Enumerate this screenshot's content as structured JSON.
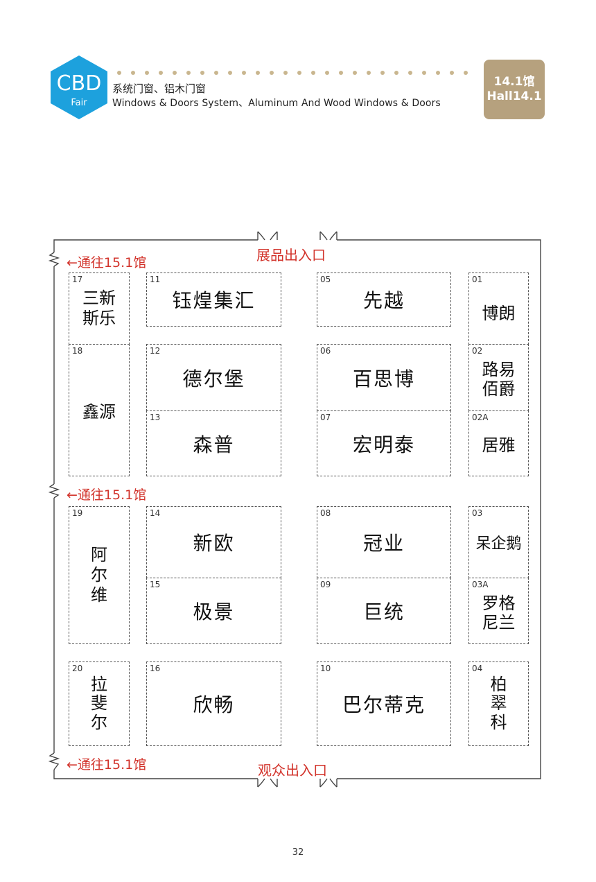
{
  "header": {
    "logo_main": "CBD",
    "logo_sub": "Fair",
    "subtitle_cn": "系统门窗、铝木门窗",
    "subtitle_en": "Windows & Doors System、Aluminum And Wood Windows & Doors",
    "hall_cn": "14.1馆",
    "hall_en": "Hall14.1"
  },
  "floor": {
    "top_entrance": "展品出入口",
    "bottom_entrance": "观众出入口",
    "side_passages": [
      "←通往15.1馆",
      "←通往15.1馆",
      "←通往15.1馆"
    ],
    "booths": [
      {
        "id": "17",
        "name": "三新\n斯乐"
      },
      {
        "id": "18",
        "name": "鑫源"
      },
      {
        "id": "19",
        "name": "阿\n尔\n维"
      },
      {
        "id": "20",
        "name": "拉\n斐\n尔"
      },
      {
        "id": "11",
        "name": "钰煌集汇"
      },
      {
        "id": "12",
        "name": "德尔堡"
      },
      {
        "id": "13",
        "name": "森普"
      },
      {
        "id": "14",
        "name": "新欧"
      },
      {
        "id": "15",
        "name": "极景"
      },
      {
        "id": "16",
        "name": "欣畅"
      },
      {
        "id": "05",
        "name": "先越"
      },
      {
        "id": "06",
        "name": "百思博"
      },
      {
        "id": "07",
        "name": "宏明泰"
      },
      {
        "id": "08",
        "name": "冠业"
      },
      {
        "id": "09",
        "name": "巨统"
      },
      {
        "id": "10",
        "name": "巴尔蒂克"
      },
      {
        "id": "01",
        "name": "博朗"
      },
      {
        "id": "02",
        "name": "路易\n佰爵"
      },
      {
        "id": "02A",
        "name": "居雅"
      },
      {
        "id": "03",
        "name": "呆企鹅"
      },
      {
        "id": "03A",
        "name": "罗格\n尼兰"
      },
      {
        "id": "04",
        "name": "柏\n翠\n科"
      }
    ]
  },
  "footer": {
    "page_number": "32"
  },
  "colors": {
    "logo_blue": "#1da1dd",
    "badge_gold": "#b6a17e",
    "dot_gold": "#c9b68f",
    "route_red": "#d2332b"
  }
}
